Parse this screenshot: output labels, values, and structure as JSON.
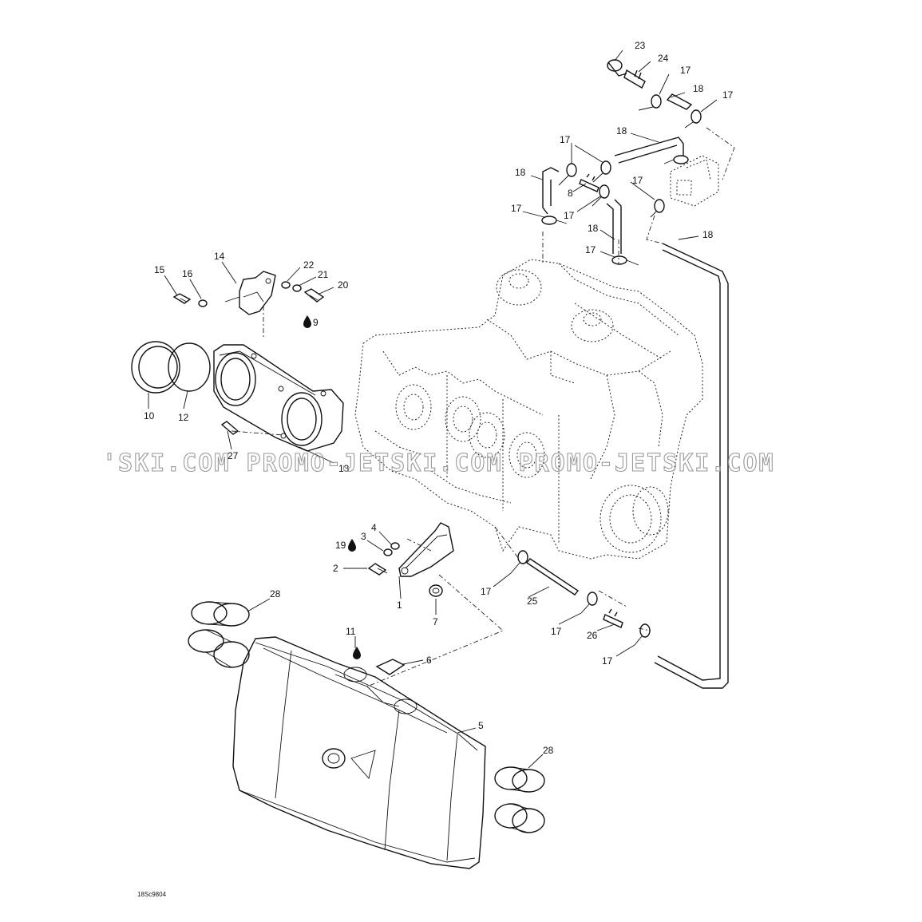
{
  "watermark": {
    "text": "'SKI.COM  PROMO-JETSKI.COM  PROMO-JETSKI.COM"
  },
  "reference_code": "18Sc9804",
  "callouts": {
    "p1": "1",
    "p2": "2",
    "p3": "3",
    "p4": "4",
    "p5": "5",
    "p6": "6",
    "p7": "7",
    "p8": "8",
    "p9": "9",
    "p10": "10",
    "p11": "11",
    "p12": "12",
    "p13": "13",
    "p14": "14",
    "p15": "15",
    "p16": "16",
    "p19": "19",
    "p20": "20",
    "p21": "21",
    "p22": "22",
    "p23": "23",
    "p24": "24",
    "p25": "25",
    "p26": "26",
    "p27": "27",
    "p28a": "28",
    "p28b": "28",
    "p17a": "17",
    "p17b": "17",
    "p17c": "17",
    "p17d": "17",
    "p17e": "17",
    "p17f": "17",
    "p17g": "17",
    "p17h": "17",
    "p17i": "17",
    "p17j": "17",
    "p18a": "18",
    "p18b": "18",
    "p18c": "18",
    "p18d": "18",
    "p18e": "18"
  },
  "icons": {
    "lubricant": "oil-drop-icon"
  }
}
